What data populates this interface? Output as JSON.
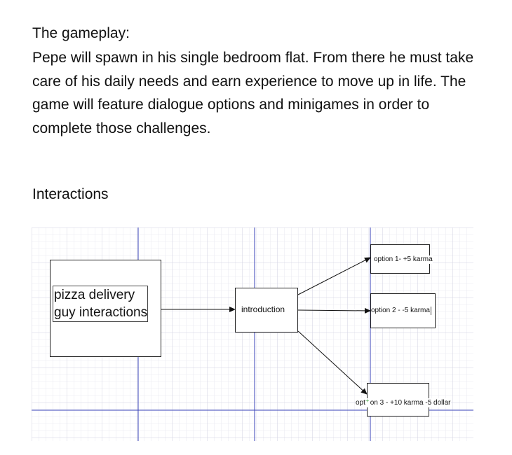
{
  "document": {
    "heading": "The gameplay:",
    "paragraph": "Pepe will spawn in his single bedroom flat. From there he must take care of his daily needs and earn experience to move up in life. The game will feature dialogue options and minigames in order to complete those challenges.",
    "subheading": "Interactions"
  },
  "diagram": {
    "main_node": "pizza delivery\nguy interactions",
    "intro_node": "introduction",
    "options": [
      {
        "label": "option 1- +5 karma"
      },
      {
        "label": "option 2 - -5 karma"
      },
      {
        "label_part1": "opt",
        "label_part2": "on 3 - +10 karma -5 dollar"
      }
    ],
    "colors": {
      "grid_minor": "#dcdce8",
      "guide_line": "#3b46b8",
      "stroke": "#222222"
    }
  }
}
